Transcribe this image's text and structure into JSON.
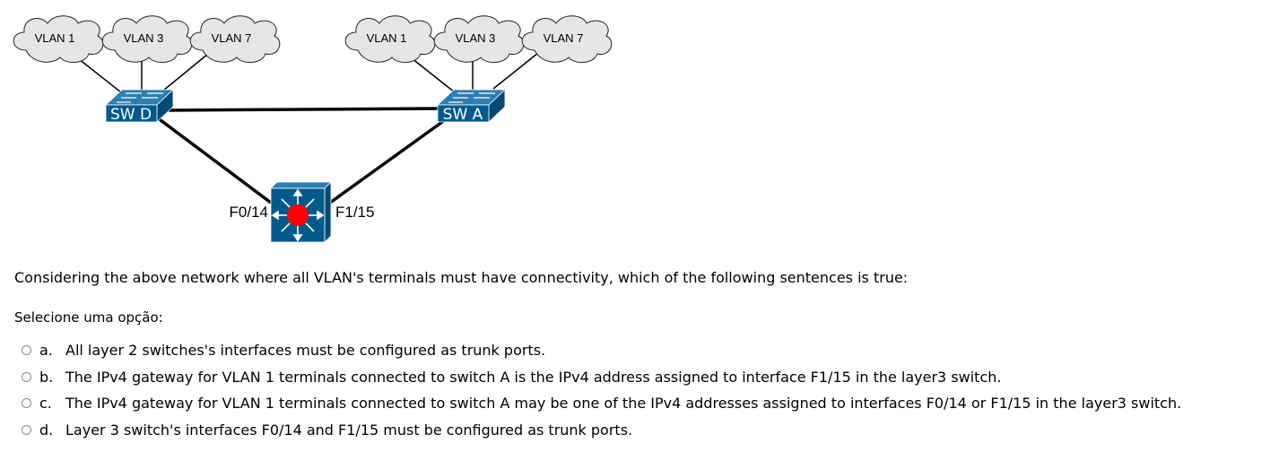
{
  "diagram": {
    "left_clouds": [
      "VLAN 1",
      "VLAN 3",
      "VLAN 7"
    ],
    "right_clouds": [
      "VLAN 1",
      "VLAN 3",
      "VLAN 7"
    ],
    "switch_left": "SW D",
    "switch_right": "SW A",
    "port_left": "F0/14",
    "port_right": "F1/15"
  },
  "question": "Considering the above network where all VLAN's terminals must have connectivity, which of the following sentences is true:",
  "prompt": "Selecione uma opção:",
  "options": [
    {
      "letter": "a.",
      "text": "All layer 2 switches's interfaces must be configured as trunk ports."
    },
    {
      "letter": "b.",
      "text": "The IPv4 gateway for VLAN 1 terminals connected to switch A is the IPv4 address assigned to interface F1/15 in the layer3 switch."
    },
    {
      "letter": "c.",
      "text": "The IPv4 gateway for VLAN 1 terminals connected to switch A may be one of the IPv4 addresses assigned to interfaces F0/14 or F1/15 in the layer3 switch."
    },
    {
      "letter": "d.",
      "text": "Layer 3 switch's interfaces F0/14 and F1/15 must be configured as trunk ports."
    }
  ],
  "colors": {
    "switch": "#005a8c",
    "switch_top": "#2a7fb3",
    "accent": "#ff0000",
    "cloud": "#e6e6e6"
  }
}
